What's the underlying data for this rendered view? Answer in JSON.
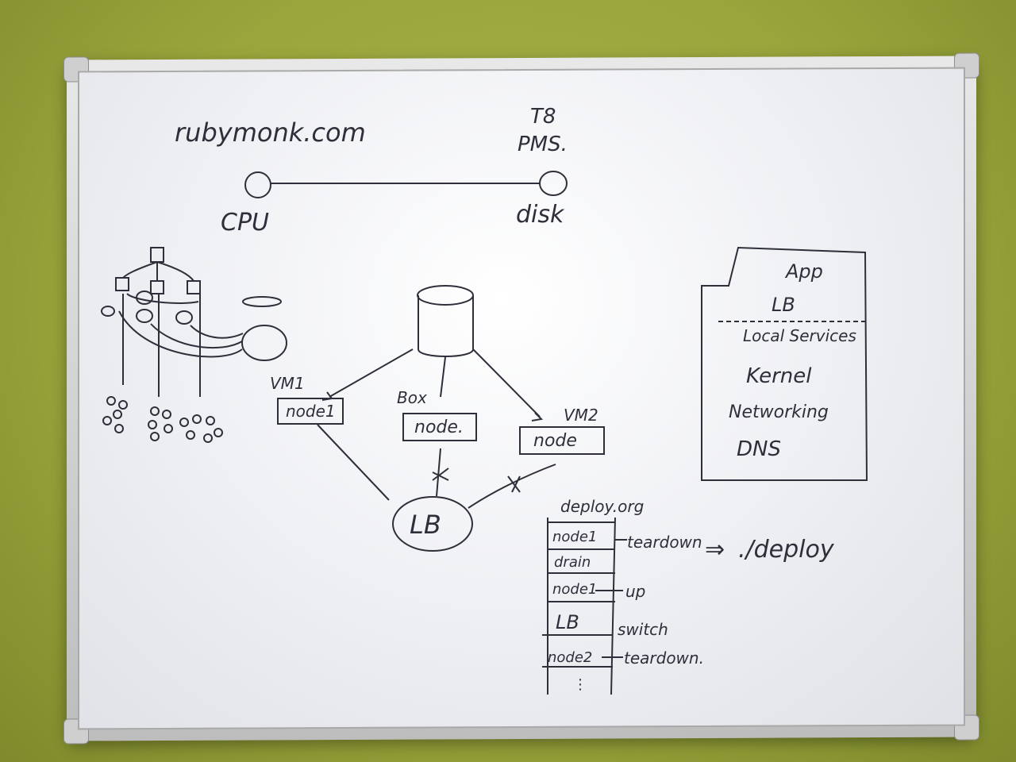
{
  "board": {
    "top_left": {
      "title": "rubymonk.com",
      "cpu_label": "CPU"
    },
    "top_right": {
      "line1": "T8",
      "line2": "PMS.",
      "disk_label": "disk"
    },
    "topology": {
      "vm1": "VM1",
      "vm1_node": "node1",
      "box": "Box",
      "box_node": "node.",
      "vm2": "VM2",
      "vm2_node": "node",
      "lb": "LB"
    },
    "stack": {
      "layers": [
        "App",
        "LB",
        "Local Services",
        "Kernel",
        "Networking",
        "DNS"
      ]
    },
    "deploy": {
      "title": "deploy.org",
      "steps": [
        {
          "box": "node1",
          "note": "teardown"
        },
        {
          "box": "drain",
          "note": ""
        },
        {
          "box": "node1",
          "note": "up"
        },
        {
          "box": "LB",
          "note": "switch"
        },
        {
          "box": "node2",
          "note": "teardown."
        }
      ],
      "result": "./deploy",
      "arrow": "⇒"
    }
  }
}
